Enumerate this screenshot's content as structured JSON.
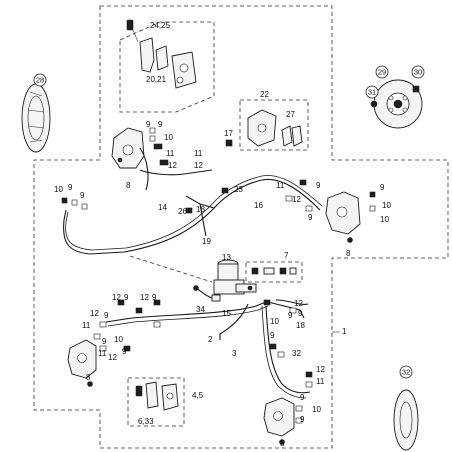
{
  "callouts": {
    "c24_25": "24,25",
    "c20_21": "20,21",
    "c22": "22",
    "c27": "27",
    "c17": "17",
    "c9a": "9",
    "c10a": "10",
    "c9b": "9",
    "c11a": "11",
    "c12a": "12",
    "c11b": "11",
    "c12b": "12",
    "c8a": "8",
    "c23": "23",
    "c11c": "11",
    "c9c": "9",
    "c12c": "12",
    "c9d": "9",
    "c10b": "10",
    "c9e": "9",
    "c10c": "10",
    "c8b": "8",
    "c10d": "10",
    "c9f": "9",
    "c9g": "9",
    "c14": "14",
    "c26": "26",
    "c18": "18",
    "c16": "16",
    "c19": "19",
    "c13": "13",
    "c7": "7",
    "c34": "34",
    "c15": "15",
    "c12d": "12",
    "c9h": "9",
    "c12e": "12",
    "c9i": "9",
    "c2": "2",
    "c3": "3",
    "c1": "1",
    "c12f": "12",
    "c11d": "11",
    "c9j": "9",
    "c9k": "9",
    "c10e": "10",
    "c11e": "11",
    "c12g": "12",
    "c9l": "9",
    "c8c": "8",
    "c10f": "10",
    "c9m": "9",
    "c9n": "9",
    "c8d": "8",
    "c12h": "12",
    "c9o": "9",
    "c18b": "18",
    "c8e": "8",
    "c32": "32",
    "c12i": "12",
    "c11f": "11",
    "c4_5": "4,5",
    "c6_33": "6,33",
    "c9p": "9",
    "c10g": "10",
    "c9q": "9"
  },
  "circle_callouts": {
    "c28": "28",
    "c29": "29",
    "c30": "30",
    "c31": "31",
    "c32b": "32"
  },
  "icons": [
    "brake-disc-icon",
    "brake-caliper-icon",
    "master-cylinder-icon",
    "brake-pad-icon",
    "banjo-bolt-icon",
    "washer-icon"
  ]
}
